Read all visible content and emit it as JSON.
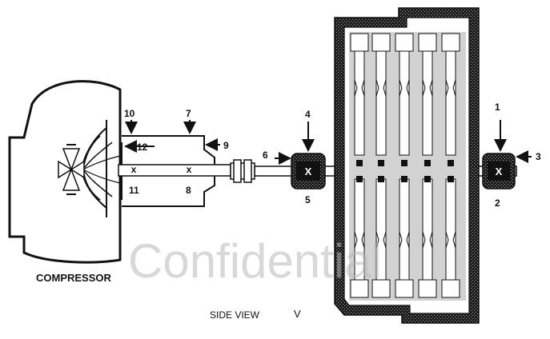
{
  "labels": {
    "compressor": "COMPRESSOR",
    "side_view": "SIDE VIEW",
    "side_view_mark": "V",
    "watermark": "Confidential"
  },
  "points": {
    "p1": "1",
    "p2": "2",
    "p3": "3",
    "p4": "4",
    "p5": "5",
    "p6": "6",
    "p7": "7",
    "p8": "8",
    "p9": "9",
    "p10": "10",
    "p11": "11",
    "p12": "12"
  },
  "marks": {
    "bearing_symbol": "X",
    "shaft_symbol": "x"
  }
}
